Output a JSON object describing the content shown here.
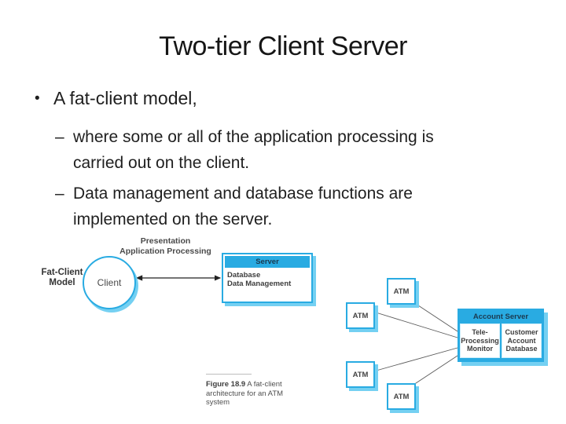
{
  "slide": {
    "title": "Two-tier Client Server",
    "bullet_marker": "•",
    "dash_marker": "–",
    "bullet": "A fat-client model,",
    "sub1": {
      "line1": "where some or all of the application processing is",
      "line2": "carried out on the client."
    },
    "sub2": {
      "line1": "Data management and database functions are",
      "line2": "implemented on the server."
    }
  },
  "diagram": {
    "presentation_label": {
      "line1": "Presentation",
      "line2": "Application Processing"
    },
    "model_label": {
      "line1": "Fat-Client",
      "line2": "Model"
    },
    "client_label": "Client",
    "server_box": {
      "header": "Server",
      "line1": "Database",
      "line2": "Data Management"
    },
    "atm_label": "ATM",
    "account_server": {
      "header": "Account Server",
      "left_cell": {
        "line1": "Tele-",
        "line2": "Processing",
        "line3": "Monitor"
      },
      "right_cell": {
        "line1": "Customer",
        "line2": "Account",
        "line3": "Database"
      }
    },
    "caption": {
      "figure_label": "Figure 18.9",
      "text": "A fat-client architecture for an ATM system"
    },
    "colors": {
      "accent": "#29abe2",
      "shadow": "#74d0f2"
    }
  }
}
